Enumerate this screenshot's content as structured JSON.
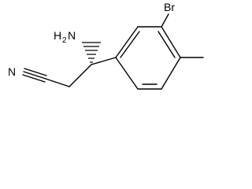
{
  "molecule": {
    "atoms": {
      "nh2_main": "H",
      "nh2_sub": "2",
      "nh2_n": "N",
      "nitrile_n": "N",
      "bromine": "Br"
    }
  }
}
